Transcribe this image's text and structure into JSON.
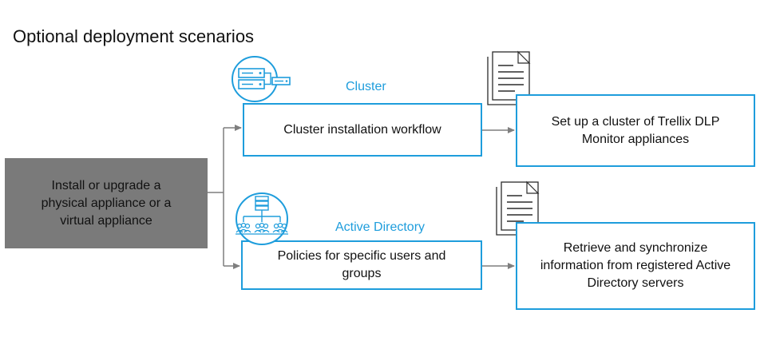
{
  "title": "Optional deployment scenarios",
  "start_box": {
    "text": "Install or upgrade a\nphysical appliance or a\nvirtual appliance"
  },
  "scenarios": [
    {
      "title": "Cluster",
      "workflow": "Cluster installation workflow",
      "result": "Set up a cluster of Trellix DLP\nMonitor appliances",
      "icon": "server-stack-icon"
    },
    {
      "title": "Active Directory",
      "workflow": "Policies for specific users and\ngroups",
      "result": "Retrieve and synchronize\ninformation from registered Active\nDirectory servers",
      "icon": "directory-tree-icon"
    }
  ],
  "colors": {
    "accent": "#1e9ddc",
    "start_box_fill": "#7a7a7a",
    "connector": "#7f7f7f"
  }
}
